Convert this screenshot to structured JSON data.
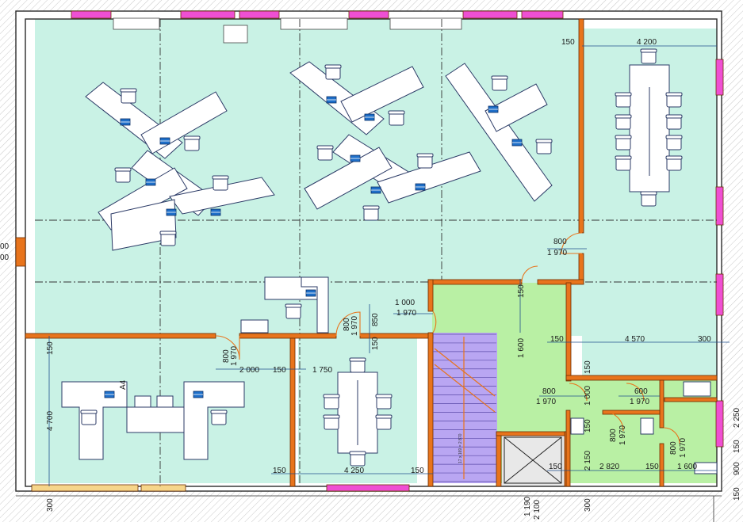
{
  "colors": {
    "office_fill": "#c9f2e5",
    "service_fill": "#b9f0a4",
    "stair_fill": "#b9a6f2",
    "wall_orange": "#e8741c",
    "wall_outline": "#6b2c00",
    "window_magenta": "#ef4fd3",
    "window_bottom": "#f6d58a",
    "axis_line": "#333333",
    "dim_line": "#1f4f8c",
    "furniture_fill": "#ffffff",
    "furniture_stroke": "#2b3a66",
    "chair_icon": "#1e6fc9"
  },
  "labels": {
    "room_tag": "A4"
  },
  "dimensions": {
    "h": [
      {
        "id": "d-150-top",
        "text": "150"
      },
      {
        "id": "d-4200",
        "text": "4 200"
      },
      {
        "id": "d-800-a",
        "text": "800"
      },
      {
        "id": "d-1970-a",
        "text": "1 970"
      },
      {
        "id": "d-1000",
        "text": "1 000"
      },
      {
        "id": "d-1970-b",
        "text": "1 970"
      },
      {
        "id": "d-150-mid",
        "text": "150"
      },
      {
        "id": "d-4570",
        "text": "4 570"
      },
      {
        "id": "d-300-right",
        "text": "300"
      },
      {
        "id": "d-2000",
        "text": "2 000"
      },
      {
        "id": "d-150-c",
        "text": "150"
      },
      {
        "id": "d-1750",
        "text": "1 750"
      },
      {
        "id": "d-800-c",
        "text": "800"
      },
      {
        "id": "d-1970-c",
        "text": "1 970"
      },
      {
        "id": "d-600",
        "text": "600"
      },
      {
        "id": "d-1970-d",
        "text": "1 970"
      },
      {
        "id": "d-150-bl",
        "text": "150"
      },
      {
        "id": "d-4250",
        "text": "4 250"
      },
      {
        "id": "d-150-bm",
        "text": "150"
      },
      {
        "id": "d-150-br",
        "text": "150"
      },
      {
        "id": "d-2820",
        "text": "2 820"
      },
      {
        "id": "d-150-bs",
        "text": "150"
      },
      {
        "id": "d-1600-h",
        "text": "1 600"
      },
      {
        "id": "d-00-a",
        "text": "00"
      },
      {
        "id": "d-00-b",
        "text": "00"
      }
    ],
    "v": [
      {
        "id": "v-150-left",
        "text": "150"
      },
      {
        "id": "v-4700",
        "text": "4 700"
      },
      {
        "id": "v-800-a",
        "text": "800"
      },
      {
        "id": "v-1970-a",
        "text": "1 970"
      },
      {
        "id": "v-800-b",
        "text": "800"
      },
      {
        "id": "v-1970-b",
        "text": "1 970"
      },
      {
        "id": "v-850",
        "text": "850"
      },
      {
        "id": "v-150-m",
        "text": "150"
      },
      {
        "id": "v-150-stair",
        "text": "150"
      },
      {
        "id": "v-1600",
        "text": "1 600"
      },
      {
        "id": "v-150-r1",
        "text": "150"
      },
      {
        "id": "v-1000",
        "text": "1 000"
      },
      {
        "id": "v-150-r2",
        "text": "150"
      },
      {
        "id": "v-800-c",
        "text": "800"
      },
      {
        "id": "v-1970-c",
        "text": "1 970"
      },
      {
        "id": "v-2150",
        "text": "2 150"
      },
      {
        "id": "v-800-d",
        "text": "800"
      },
      {
        "id": "v-1970-d",
        "text": "1 970"
      },
      {
        "id": "v-300-bl",
        "text": "300"
      },
      {
        "id": "v-1190",
        "text": "1 190"
      },
      {
        "id": "v-2100",
        "text": "2 100"
      },
      {
        "id": "v-300-bm",
        "text": "300"
      },
      {
        "id": "v-2250",
        "text": "2 250"
      },
      {
        "id": "v-150-fr",
        "text": "150"
      },
      {
        "id": "v-900",
        "text": "900"
      },
      {
        "id": "v-150-fr2",
        "text": "150"
      }
    ]
  },
  "stair_note": "17 x 169 = 2 870"
}
